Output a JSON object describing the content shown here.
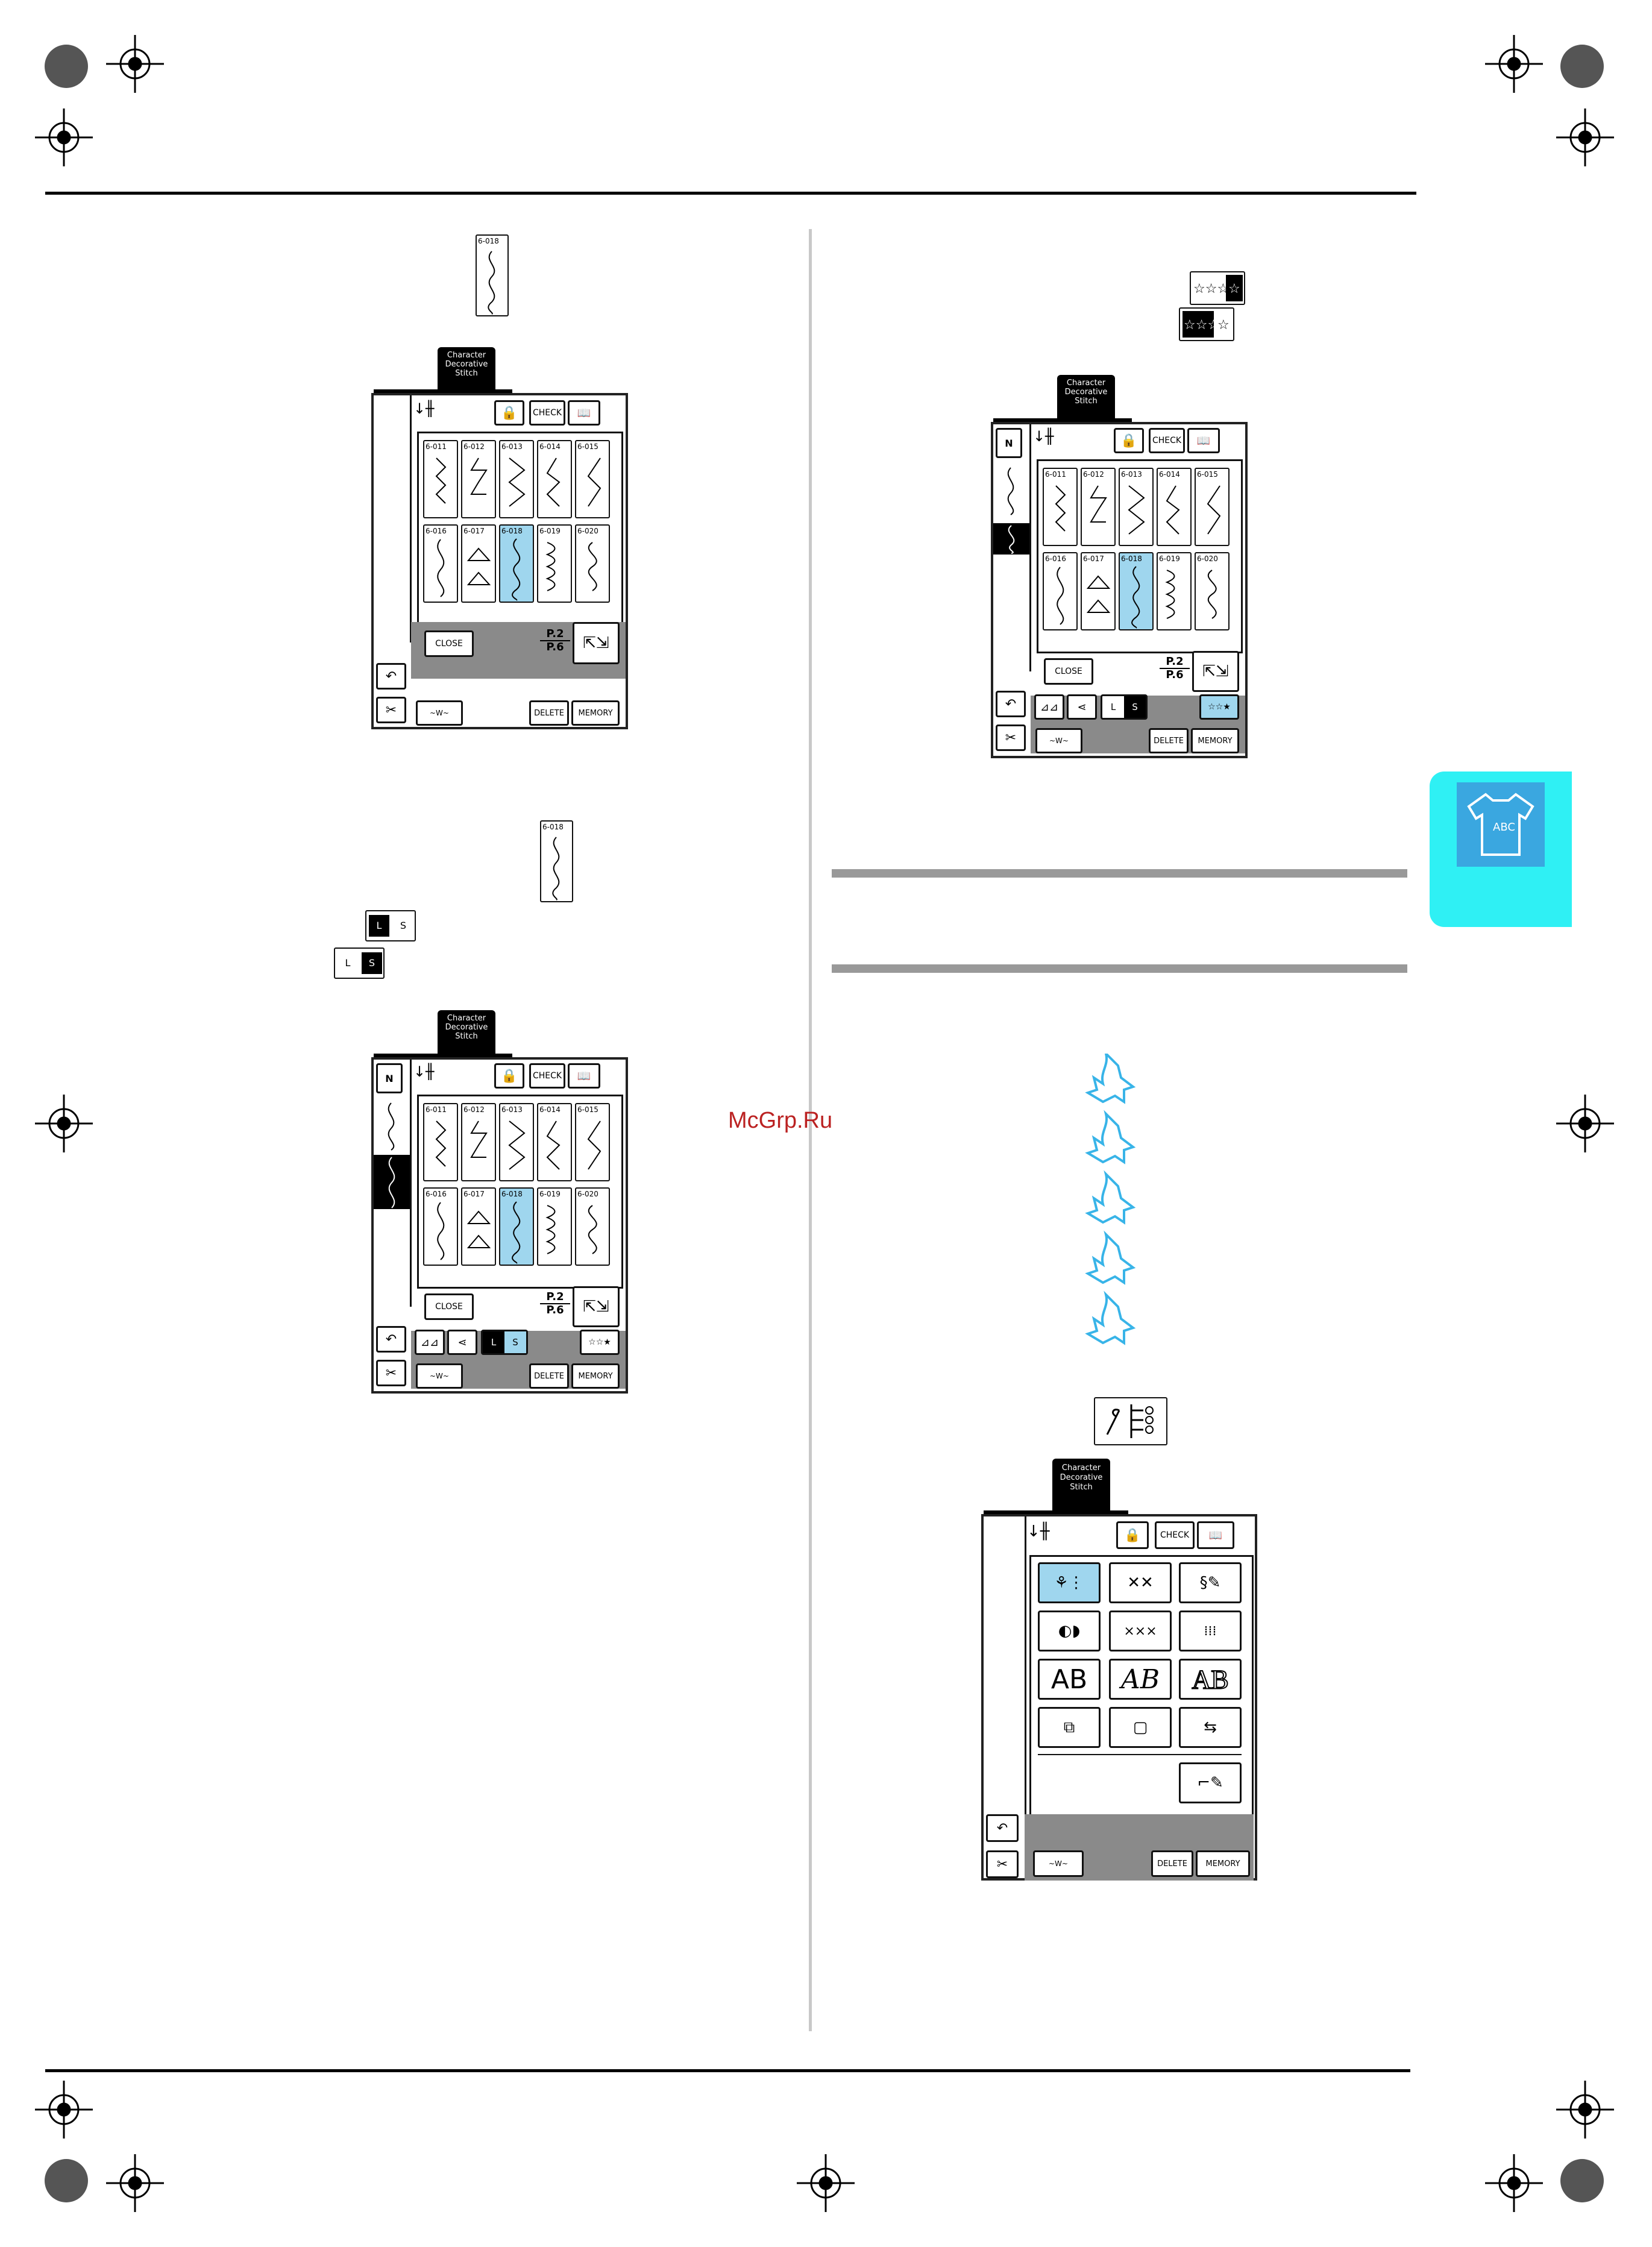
{
  "watermark": "McGrp.Ru",
  "screen_common": {
    "tab_line1": "Character",
    "tab_line2": "Decorative",
    "tab_line3": "Stitch",
    "check": "CHECK",
    "close": "CLOSE",
    "delete": "DELETE",
    "memory": "MEMORY",
    "page_current": "P.2",
    "page_total": "P.6",
    "n_label": "N",
    "l_label": "L",
    "s_label": "S"
  },
  "stitch_codes": [
    "6-011",
    "6-012",
    "6-013",
    "6-014",
    "6-015",
    "6-016",
    "6-017",
    "6-018",
    "6-019",
    "6-020"
  ],
  "selected_stitch": "6-018",
  "inline_icons": {
    "stitch_code": "6-018"
  },
  "categories": {
    "row3": [
      "AB",
      "AB",
      "AB"
    ]
  },
  "colors": {
    "accent": "#9fd6ee",
    "tab_cyan": "#2ff0f4",
    "leaf_blue": "#38b4e8",
    "screen_grey": "#8a8a8a"
  }
}
